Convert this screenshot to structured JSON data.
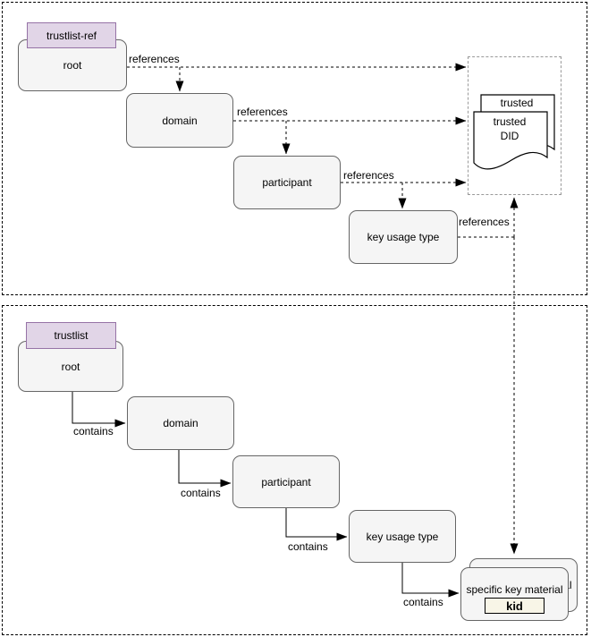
{
  "diagram": {
    "top_section": {
      "tag": "trustlist-ref",
      "nodes": {
        "root": "root",
        "domain": "domain",
        "participant": "participant",
        "key_usage_type": "key usage type"
      },
      "edges": {
        "root_references": "references",
        "domain_references": "references",
        "participant_references": "references",
        "key_usage_type_references": "references"
      },
      "trusted_docs": {
        "back_label": "trusted",
        "front_label_line1": "trusted",
        "front_label_line2": "DID"
      }
    },
    "bottom_section": {
      "tag": "trustlist",
      "nodes": {
        "root": "root",
        "domain": "domain",
        "participant": "participant",
        "key_usage_type": "key usage type",
        "specific_key_material": "specific key material",
        "kid": "kid"
      },
      "edges": {
        "root_contains": "contains",
        "domain_contains": "contains",
        "participant_contains": "contains",
        "key_usage_type_contains": "contains"
      }
    },
    "colors": {
      "node_fill": "#f5f5f5",
      "node_stroke": "#666666",
      "tag_fill": "#e1d5e7",
      "tag_stroke": "#9673a6",
      "kid_fill": "#f8f5e7",
      "kid_stroke": "#000000",
      "doc_fill": "#ffffff",
      "doc_stroke": "#000000",
      "container_stroke": "#999999",
      "edge_color": "#000000"
    }
  }
}
